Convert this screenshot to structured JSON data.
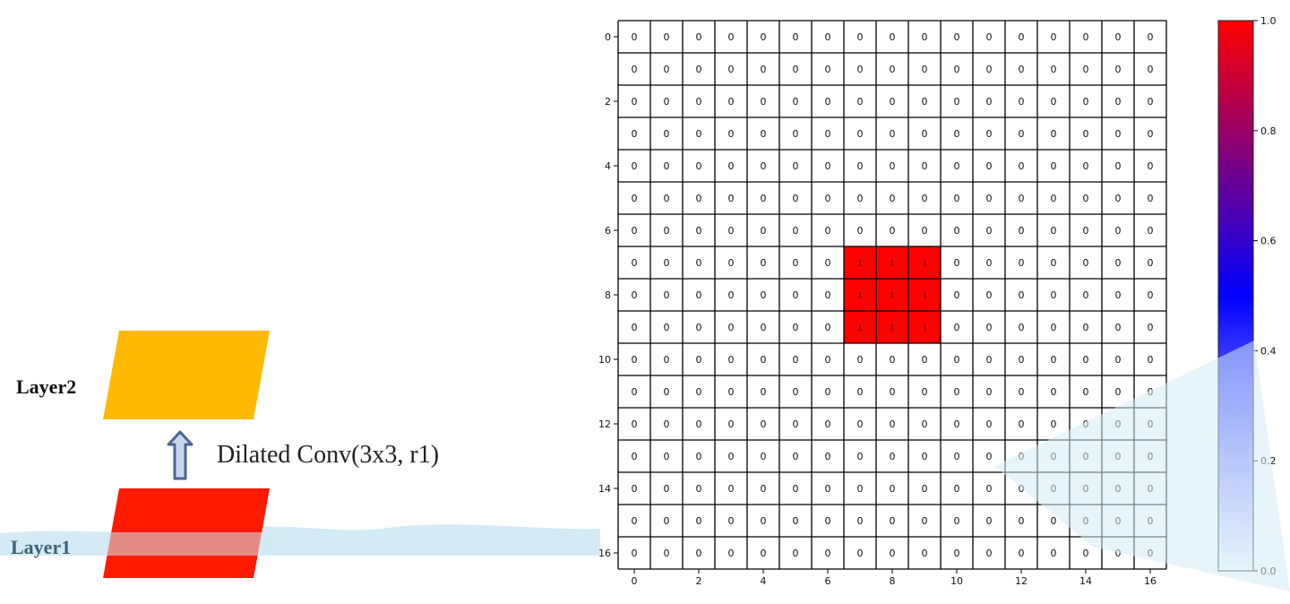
{
  "diagram": {
    "layer_top_label": "Layer2",
    "layer_bottom_label": "Layer1",
    "operation_label": "Dilated Conv(3x3, r1)",
    "colors": {
      "layer_top": "#FFB900",
      "layer_bottom": "#FF1A00",
      "arrow_fill": "#C9D7EE",
      "arrow_stroke": "#4A6690"
    }
  },
  "chart_data": {
    "type": "heatmap",
    "rows": 17,
    "cols": 17,
    "x_ticks": [
      0,
      2,
      4,
      6,
      8,
      10,
      12,
      14,
      16
    ],
    "y_ticks": [
      0,
      2,
      4,
      6,
      8,
      10,
      12,
      14,
      16
    ],
    "active_region": {
      "rows": [
        7,
        8,
        9
      ],
      "cols": [
        7,
        8,
        9
      ],
      "value": 1
    },
    "default_value": 0,
    "colorbar": {
      "range": [
        0.0,
        1.0
      ],
      "ticks": [
        "0.0",
        "0.2",
        "0.4",
        "0.6",
        "0.8",
        "1.0"
      ],
      "colors": [
        "#ffffff",
        "#0000ff",
        "#ff0000"
      ]
    },
    "grid": true
  }
}
